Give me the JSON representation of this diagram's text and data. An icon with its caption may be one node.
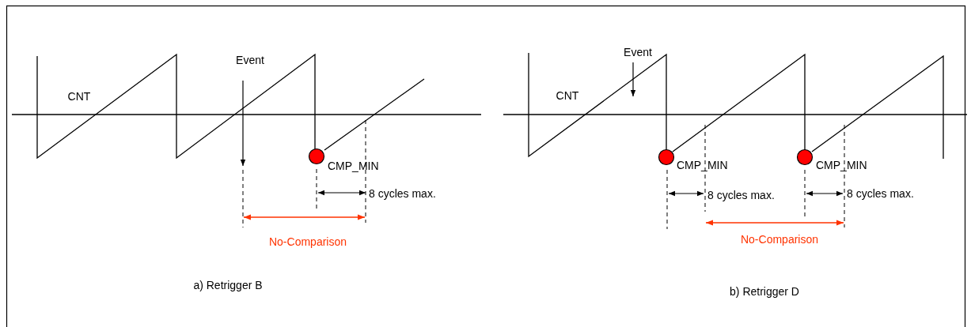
{
  "diagram": {
    "labels": [
      "Event",
      "CNT",
      "CMP_MIN",
      "8 cycles max.",
      "No-Comparison",
      "a) Retrigger B",
      "Event",
      "CNT",
      "CMP_MIN",
      "CMP_MIN",
      "8 cycles max.",
      "8 cycles max.",
      "No-Comparison",
      "b) Retrigger D"
    ]
  }
}
